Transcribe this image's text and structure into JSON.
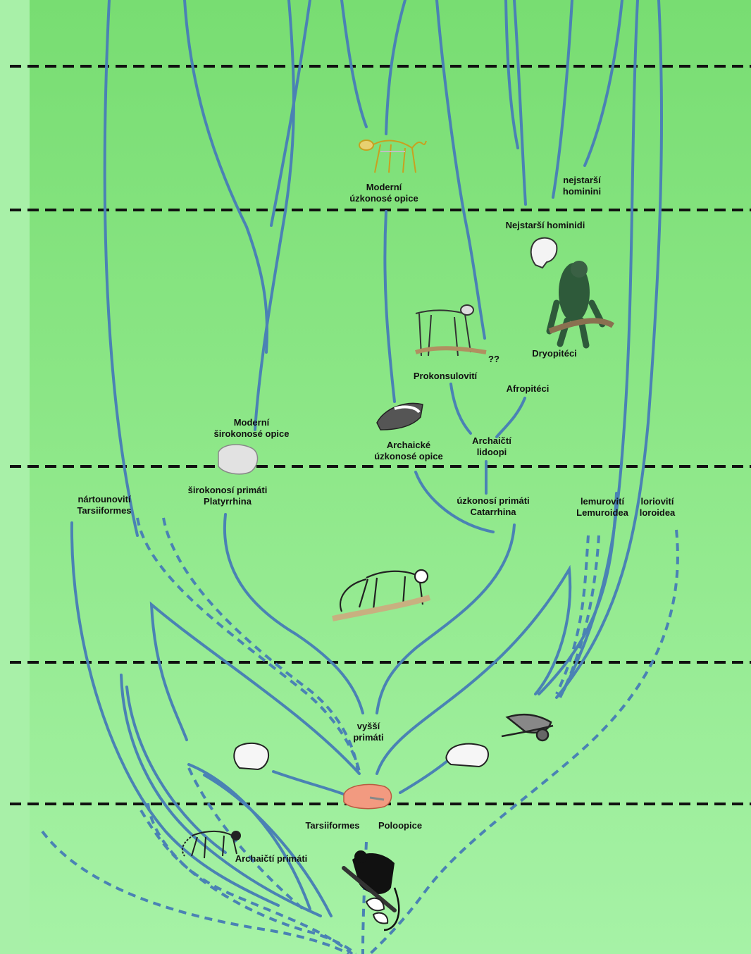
{
  "labels": {
    "modern_catarrhines": [
      "Moderní",
      "úzkonosé opice"
    ],
    "oldest_hominini": [
      "nejstarší",
      "hominini"
    ],
    "oldest_hominids": "Nejstarší hominidi",
    "dryopithecines": "Dryopitéci",
    "proconsulids": "Prokonsulovití",
    "question": "??",
    "afropithecines": "Afropitéci",
    "modern_platyrrhines": [
      "Moderní",
      "širokonosé opice"
    ],
    "archaic_catarrhines": [
      "Archaické",
      "úzkonosé opice"
    ],
    "archaic_apes": [
      "Archaičtí",
      "lidoopi"
    ],
    "platyrrhina": [
      "širokonosí primáti",
      "Platyrrhina"
    ],
    "catarrhina": [
      "úzkonosí primáti",
      "Catarrhina"
    ],
    "tarsiiformes_group": [
      "nártounovití",
      "Tarsiiformes"
    ],
    "lemuroidea": [
      "lemurovití",
      "Lemuroidea"
    ],
    "loroidea": [
      "loriovití",
      "loroidea"
    ],
    "higher_primates": [
      "vyšší",
      "primáti"
    ],
    "tarsiiformes": "Tarsiiformes",
    "prosimians": "Poloopice",
    "archaic_primates": "Archaičtí primáti"
  },
  "colors": {
    "background_top": "#7ee07a",
    "background_bottom": "#a8f4a8",
    "left_strip": "#a8f0a8",
    "branch": "#4a82b4",
    "divider": "#111111"
  },
  "icons": [
    "monkey-skeleton-icon",
    "hominid-skull-icon",
    "dryopithecus-ape-icon",
    "proconsul-skeleton-icon",
    "archaic-catarrhine-skull-icon",
    "platyrrhine-fossil-icon",
    "primate-skeleton-icon",
    "lemur-icon",
    "primate-skull-icon",
    "tarsier-skull-icon",
    "brain-icon",
    "archaic-primate-skeleton-icon",
    "primate-on-branch-icon"
  ]
}
